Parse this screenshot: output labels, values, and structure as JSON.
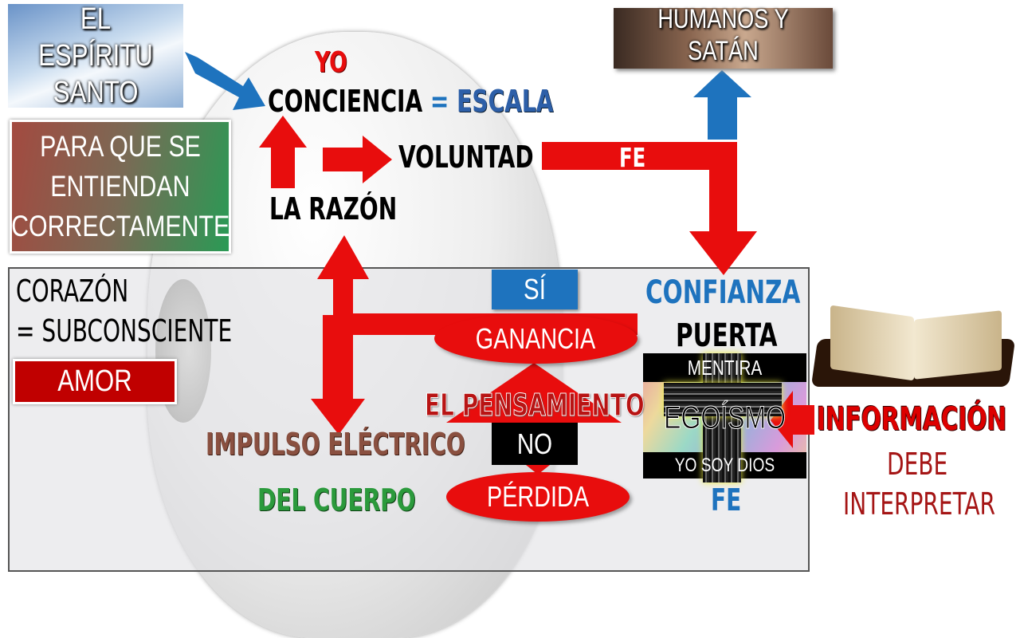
{
  "top": {
    "holy_spirit_line1": "EL ESPÍRITU",
    "holy_spirit_line2": "SANTO",
    "yo": "YO",
    "conciencia": "CONCIENCIA",
    "equals": "=",
    "escala": "ESCALA",
    "voluntad": "VOLUNTAD",
    "fe_band": "FE",
    "razon": "LA RAZÓN",
    "humanos": "HUMANOS Y SATÁN",
    "para_line1": "PARA QUE SE",
    "para_line2": "ENTIENDAN",
    "para_line3": "CORRECTAMENTE"
  },
  "heart": {
    "corazon": "CORAZÓN",
    "subconsciente": "= SUBCONSCIENTE",
    "amor": "AMOR",
    "si": "SÍ",
    "ganancia": "GANANCIA",
    "pensamiento": "EL PENSAMIENTO",
    "no": "NO",
    "perdida": "PÉRDIDA",
    "impulso": "IMPULSO ELÉCTRICO",
    "cuerpo": "DEL CUERPO",
    "confianza": "CONFIANZA",
    "puerta": "PUERTA",
    "door_top": "MENTIRA",
    "door_mid": "EGOÍSMO",
    "door_bottom": "YO SOY DIOS",
    "fe": "FE"
  },
  "right": {
    "informacion": "INFORMACIÓN",
    "debe": "DEBE",
    "interpretar": "INTERPRETAR"
  },
  "colors": {
    "red": "#e80d0d",
    "blue": "#1e73be",
    "brown": "#8a5040",
    "green": "#2b9a3c",
    "darkred": "#a51515"
  }
}
